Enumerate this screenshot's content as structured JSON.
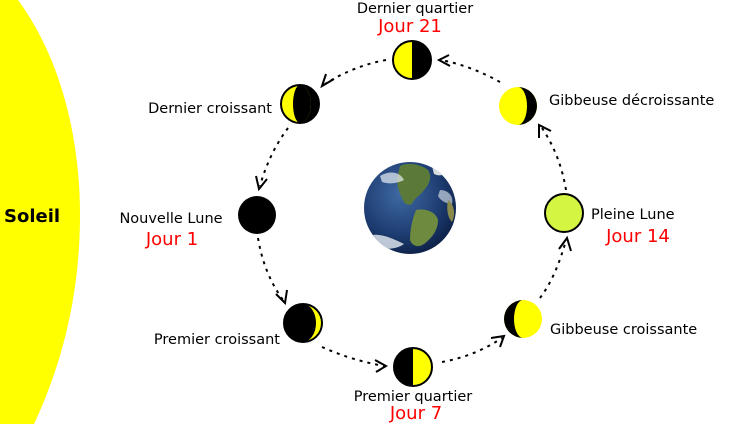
{
  "sun": {
    "label": "Soleil",
    "color": "#ffff00"
  },
  "earth": {
    "name": "earth"
  },
  "colors": {
    "moon_lit": "#ffff00",
    "moon_dark": "#000000",
    "full_moon": "#d4f542",
    "day_label": "#ff0000"
  },
  "phases": [
    {
      "key": "new",
      "name": "Nouvelle Lune",
      "day": "Jour 1"
    },
    {
      "key": "waxing_crescent",
      "name": "Premier croissant",
      "day": ""
    },
    {
      "key": "first_quarter",
      "name": "Premier quartier",
      "day": "Jour 7"
    },
    {
      "key": "waxing_gibbous",
      "name": "Gibbeuse croissante",
      "day": ""
    },
    {
      "key": "full",
      "name": "Pleine Lune",
      "day": "Jour 14"
    },
    {
      "key": "waning_gibbous",
      "name": "Gibbeuse décroissante",
      "day": ""
    },
    {
      "key": "last_quarter",
      "name": "Dernier quartier",
      "day": "Jour 21"
    },
    {
      "key": "waning_crescent",
      "name": "Dernier croissant",
      "day": ""
    }
  ]
}
